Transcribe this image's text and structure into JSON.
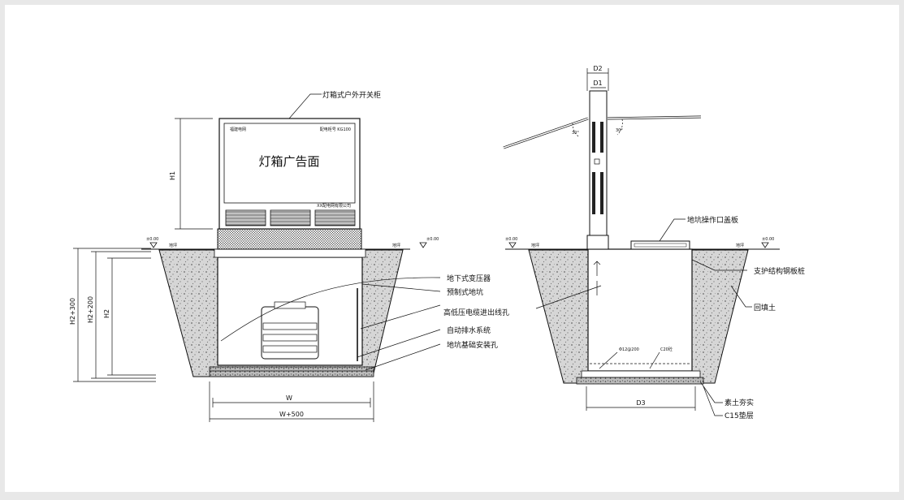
{
  "colors": {
    "background": "#e8e8e8",
    "paper": "#ffffff",
    "ink": "#111111",
    "fill_soil": "#d0d0d0"
  },
  "left_view": {
    "top_label": "灯箱式户外开关柜",
    "panel_text": "灯箱广告面",
    "panel_small_left": "福建电网",
    "panel_small_right": "配电柜号 KG100",
    "panel_small_bottom": "XX配电网有限公司",
    "dim_h1": "H1",
    "dim_h2_300": "H2+300",
    "dim_h2_200": "H2+200",
    "dim_h2": "H2",
    "dim_w": "W",
    "dim_w500": "W+500",
    "level_left": "±0.00",
    "level_right": "±0.00",
    "ground_left": "地坪",
    "ground_right": "地坪",
    "callouts": [
      "地下式变压器",
      "预制式地坑",
      "高低压电缆进出线孔",
      "自动排水系统",
      "地坑基础安装孔"
    ]
  },
  "right_view": {
    "dim_d2": "D2",
    "dim_d1": "D1",
    "dim_d3": "D3",
    "angle_left": "30°",
    "angle_right": "30°",
    "level_left": "±0.00",
    "level_right": "±0.00",
    "ground_left": "地坪",
    "ground_right": "地坪",
    "rebar_label": "Φ12@200",
    "concrete_label": "C20砼",
    "callouts": [
      "地坑操作口盖板",
      "支护结构钢板桩",
      "回填土",
      "素土夯实",
      "C15垫层"
    ]
  }
}
